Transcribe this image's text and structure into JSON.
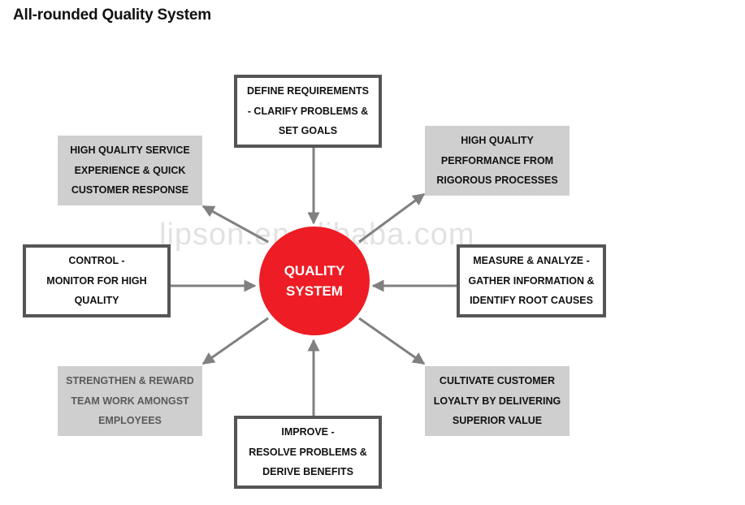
{
  "title": "All-rounded Quality System",
  "center": {
    "line1": "QUALITY",
    "line2": "SYSTEM",
    "color": "#ee1c24"
  },
  "watermark": "lipson.en.alibaba.com",
  "nodes": {
    "define": [
      "DEFINE REQUIREMENTS",
      "- CLARIFY PROBLEMS &",
      "SET GOALS"
    ],
    "high_quality_performance": [
      "HIGH QUALITY",
      "PERFORMANCE FROM",
      "RIGOROUS PROCESSES"
    ],
    "measure": [
      "MEASURE & ANALYZE -",
      "GATHER INFORMATION &",
      "IDENTIFY ROOT CAUSES"
    ],
    "cultivate": [
      "CULTIVATE CUSTOMER",
      "LOYALTY BY DELIVERING",
      "SUPERIOR VALUE"
    ],
    "improve": [
      "IMPROVE -",
      "RESOLVE PROBLEMS &",
      "DERIVE BENEFITS"
    ],
    "strengthen": [
      "STRENGTHEN & REWARD",
      "TEAM WORK AMONGST",
      "EMPLOYEES"
    ],
    "control": [
      "CONTROL -",
      "MONITOR FOR HIGH",
      "QUALITY"
    ],
    "service": [
      "HIGH QUALITY SERVICE",
      "EXPERIENCE & QUICK",
      "CUSTOMER RESPONSE"
    ]
  },
  "colors": {
    "outline": "#555555",
    "fill_box": "#cfcfcf",
    "arrow": "#808080"
  }
}
